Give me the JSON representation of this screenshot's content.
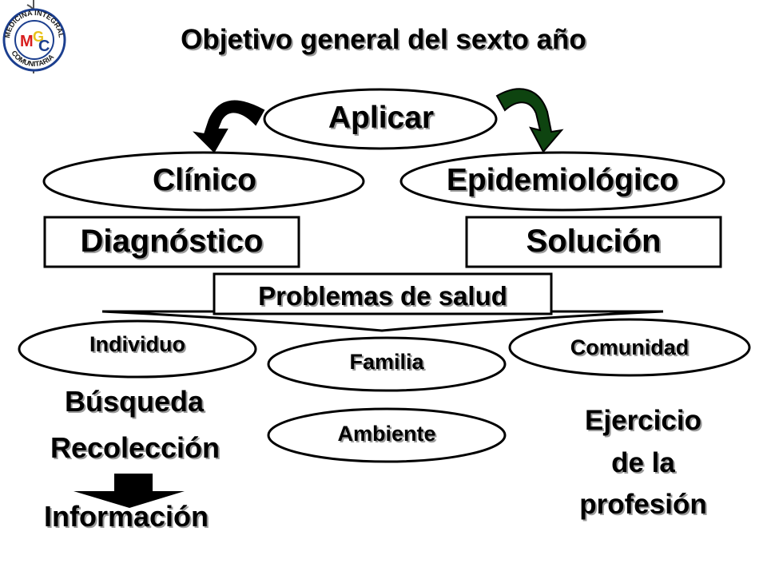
{
  "logo": {
    "ring_top": "MEDICINA INTEGRAL",
    "ring_bottom": "COMUNITARIA",
    "monogram": [
      "M",
      "G",
      "C"
    ],
    "colors": {
      "ring": "#1c3f8f",
      "m": "#d81e1e",
      "g": "#e8c21a",
      "c": "#1c3f8f"
    }
  },
  "title": "Objetivo general del sexto año",
  "colors": {
    "arrow_left": "#000000",
    "arrow_right": "#0e4410",
    "stroke": "#000000"
  },
  "nodes": {
    "aplicar": "Aplicar",
    "clinico": "Clínico",
    "epidemiologico": "Epidemiológico",
    "diagnostico": "Diagnóstico",
    "solucion": "Solución",
    "problemas": "Problemas de salud",
    "individuo": "Individuo",
    "familia": "Familia",
    "comunidad": "Comunidad",
    "ambiente": "Ambiente"
  },
  "left_column": {
    "busqueda": "Búsqueda",
    "recoleccion": "Recolección",
    "informacion": "Información"
  },
  "right_column": [
    "Ejercicio",
    "de la",
    "profesión"
  ]
}
